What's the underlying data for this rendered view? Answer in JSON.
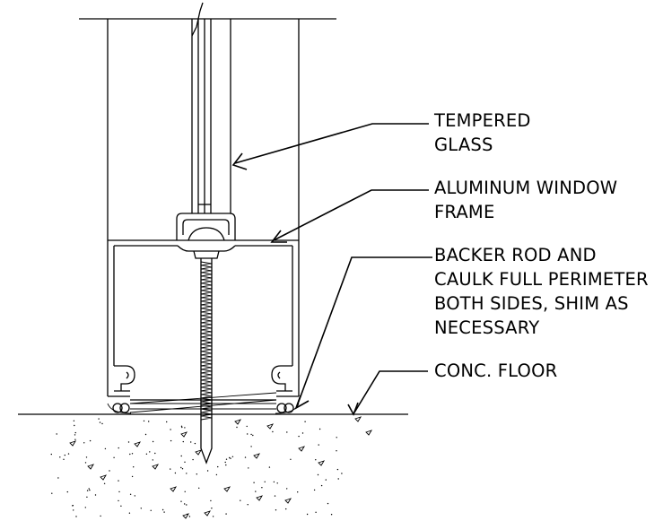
{
  "callouts": [
    {
      "id": "glass",
      "lines": [
        "TEMPERED",
        "GLASS"
      ]
    },
    {
      "id": "frame",
      "lines": [
        "ALUMINUM WINDOW",
        "FRAME"
      ]
    },
    {
      "id": "caulk",
      "lines": [
        "BACKER ROD AND",
        "CAULK FULL PERIMETER",
        "BOTH SIDES, SHIM AS",
        "NECESSARY"
      ]
    },
    {
      "id": "floor",
      "lines": [
        "CONC. FLOOR"
      ]
    }
  ],
  "colors": {
    "line": "#000000",
    "background": "#ffffff"
  }
}
